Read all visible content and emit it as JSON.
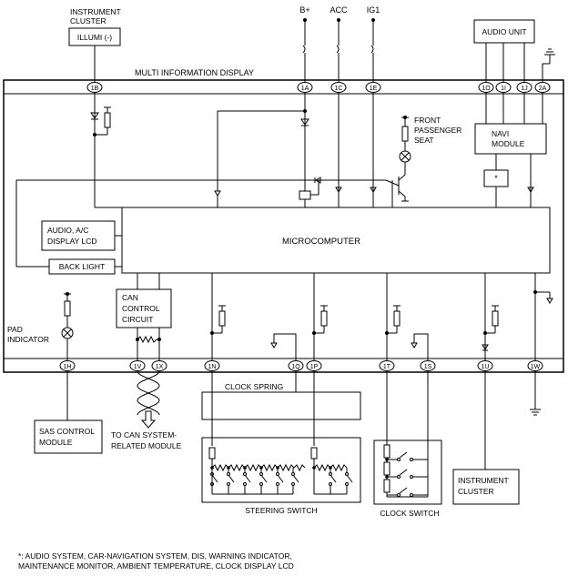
{
  "title": "MULTI INFORMATION DISPLAY",
  "power": {
    "bplus": "B+",
    "acc": "ACC",
    "ig1": "IG1"
  },
  "instrument_cluster_top": {
    "caption": "INSTRUMENT\nCLUSTER",
    "box": "ILLUMI (-)"
  },
  "audio_unit": "AUDIO UNIT",
  "navi_module": "NAVI\nMODULE",
  "asterisk": "*",
  "front_passenger_seat": "FRONT\nPASSENGER\nSEAT",
  "microcomputer": "MICROCOMPUTER",
  "audio_ac_lcd": "AUDIO, A/C\nDISPLAY  LCD",
  "back_light": "BACK LIGHT",
  "can_control": "CAN\nCONTROL\nCIRCUIT",
  "pad_indicator": "PAD\nINDICATOR",
  "top_pins": [
    "1B",
    "1A",
    "1C",
    "1E",
    "1O",
    "1I",
    "1J",
    "2A"
  ],
  "bottom_pins": [
    "1H",
    "1V",
    "1X",
    "1N",
    "1Q",
    "1P",
    "1T",
    "1S",
    "1U",
    "1W"
  ],
  "clock_spring": "CLOCK SPRING",
  "steering_switch": "STEERING SWITCH",
  "clock_switch": "CLOCK SWITCH",
  "sas_control": "SAS CONTROL\nMODULE",
  "to_can": "TO CAN SYSTEM-\nRELATED MODULE",
  "instrument_cluster_bottom": "INSTRUMENT\nCLUSTER",
  "footnote": "*: AUDIO SYSTEM, CAR-NAVIGATION SYSTEM, DIS, WARNING INDICATOR,\nMAINTENANCE MONITOR, AMBIENT TEMPERATURE, CLOCK DISPLAY LCD"
}
